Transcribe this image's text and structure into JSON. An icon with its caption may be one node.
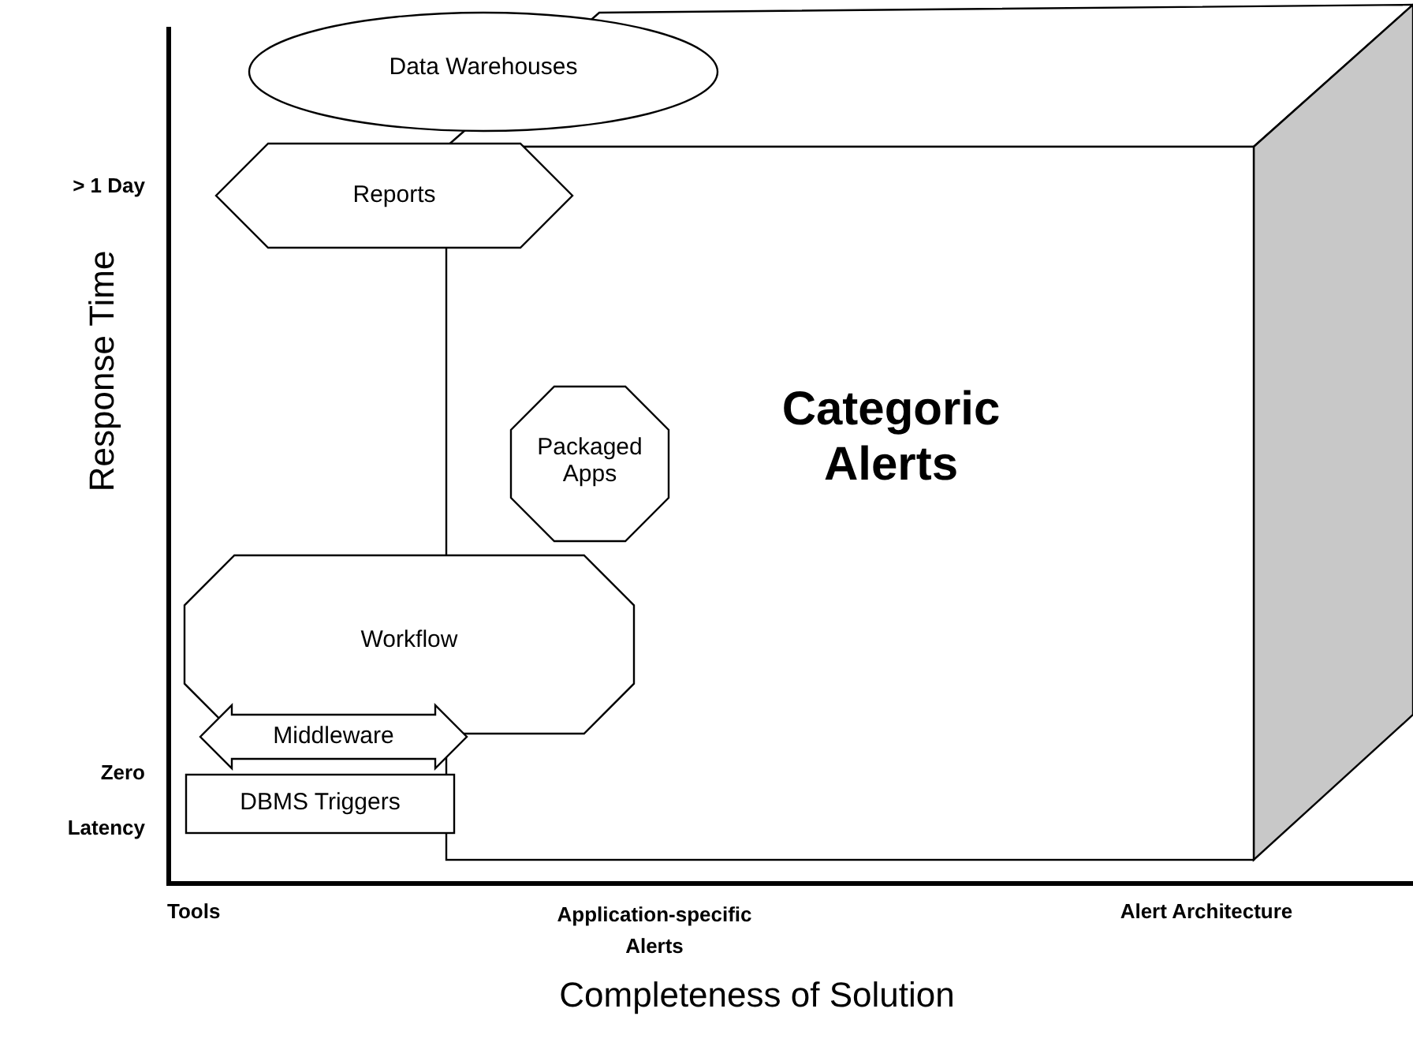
{
  "diagram": {
    "nodes": [
      {
        "text": [
          "Data Warehouses"
        ]
      },
      {
        "text": [
          "Reports"
        ]
      },
      {
        "text": [
          "Categoric Alerts"
        ]
      },
      {
        "text": [
          "Packaged Apps"
        ],
        "in": 2
      },
      {
        "text": [
          "Workflow"
        ]
      },
      {
        "text": [
          "Middleware"
        ]
      },
      {
        "text": [
          "DBMS Triggers"
        ]
      }
    ],
    "edges": [],
    "labels": [
      "> 1 Day",
      "Response Time",
      "Zero Latency",
      "Tools",
      "Application-specific Alerts",
      "Alert Architecture",
      "Completeness of Solution"
    ]
  }
}
